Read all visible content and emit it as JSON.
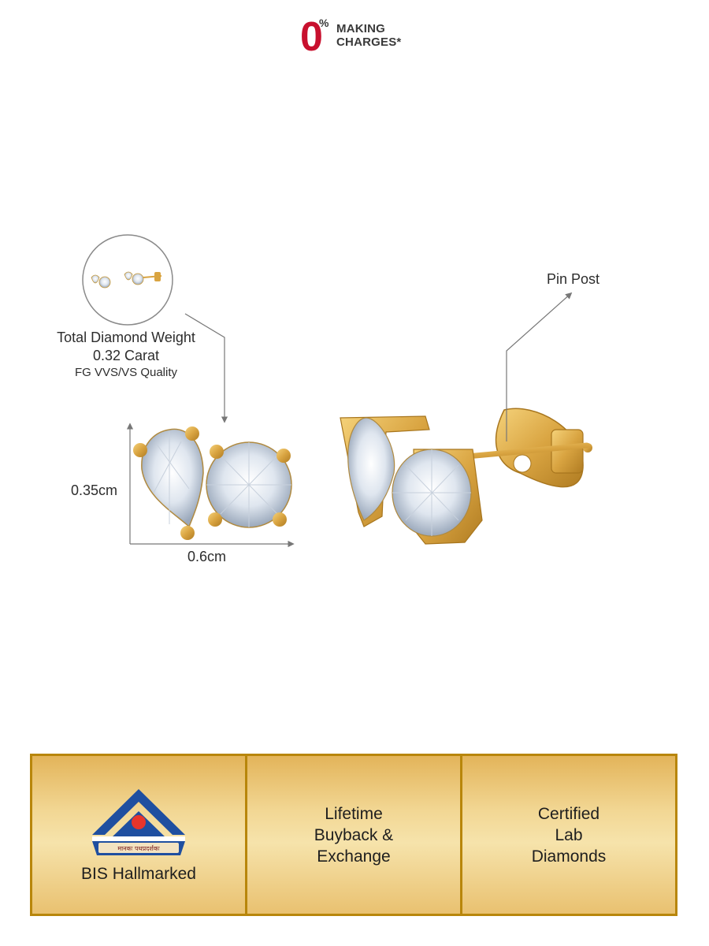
{
  "logo": {
    "zero": "0",
    "percent": "%",
    "line1": "MAKING",
    "line2": "CHARGES*"
  },
  "specs": {
    "weight_title": "Total Diamond Weight",
    "weight_carat": "0.32 Carat",
    "quality": "FG VVS/VS Quality",
    "height": "0.35cm",
    "width": "0.6cm",
    "pin_post": "Pin Post"
  },
  "features": {
    "bis_emblem_text": "मानकः पथप्रदर्शकः",
    "bis_label": "BIS Hallmarked",
    "buyback": [
      "Lifetime",
      "Buyback &",
      "Exchange"
    ],
    "certified": [
      "Certified",
      "Lab",
      "Diamonds"
    ]
  },
  "colors": {
    "logo_red": "#c8102e",
    "gold": "#d9a441",
    "gold_border": "#b8860b",
    "bis_blue": "#1f4fa0"
  }
}
